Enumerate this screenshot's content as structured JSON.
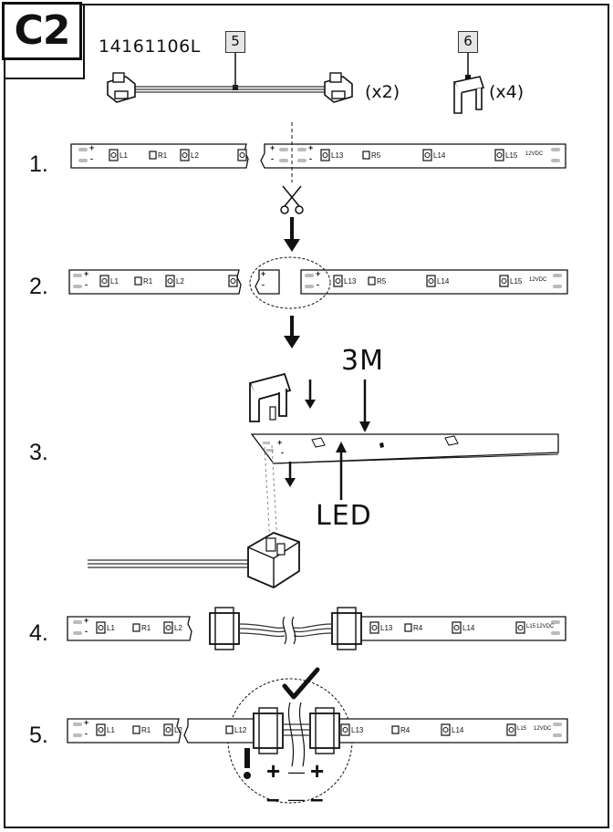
{
  "header": {
    "section_code": "C2",
    "part_number": "14161106L",
    "part_5_number": "5",
    "part_5_qty": "(x2)",
    "part_6_number": "6",
    "part_6_qty": "(x4)"
  },
  "steps": [
    "1.",
    "2.",
    "3.",
    "4.",
    "5."
  ],
  "strip": {
    "plus": "+",
    "minus": "-",
    "voltage": "12VDC",
    "left_labels": [
      "L1",
      "R1",
      "L2"
    ],
    "right_labels": [
      "L13",
      "R5",
      "L14",
      "L15"
    ],
    "right_labels_b": [
      "L13",
      "R4",
      "L14",
      "L15"
    ],
    "extra_label": "L12"
  },
  "step3": {
    "tape_label": "3M",
    "led_label": "LED"
  },
  "step5": {
    "warning_mark": "!",
    "polarity_top": [
      "+",
      "—",
      "+"
    ],
    "polarity_bottom": [
      "–",
      "—",
      "–"
    ]
  }
}
